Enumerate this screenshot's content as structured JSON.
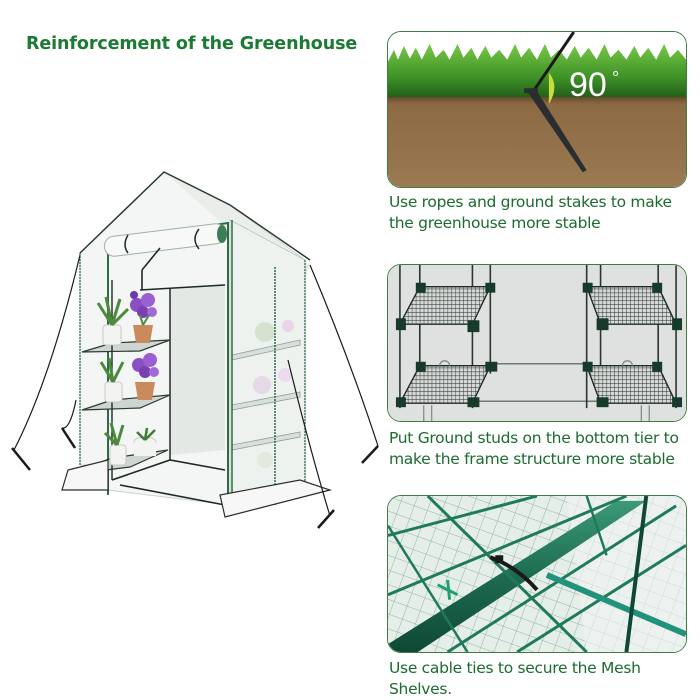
{
  "title": "Reinforcement of the Greenhouse",
  "hero": {
    "subject": "walk-in-greenhouse",
    "shelves_per_side": 3,
    "plants": [
      "purple-flowers",
      "green-herbs",
      "white-pots"
    ]
  },
  "features": [
    {
      "image": "ground-stake-in-soil",
      "angle_label": "90",
      "angle_unit": "°",
      "caption_line1": "Use ropes and ground stakes to make",
      "caption_line2": "the greenhouse more stable"
    },
    {
      "image": "shelf-frame-ground-studs",
      "caption_line1": "Put Ground studs on the bottom tier to",
      "caption_line2": "make the frame structure more stable"
    },
    {
      "image": "cable-tie-on-mesh-shelf",
      "caption_line1": "Use cable ties to secure the Mesh Shelves."
    }
  ],
  "colors": {
    "title_green": "#1c7a34",
    "caption_green": "#1c6b30",
    "panel_border": "#3f7d3f",
    "frame_green": "#1f5e3a",
    "soil_brown": "#8a6a45",
    "grass_green": "#3f9a2a"
  }
}
